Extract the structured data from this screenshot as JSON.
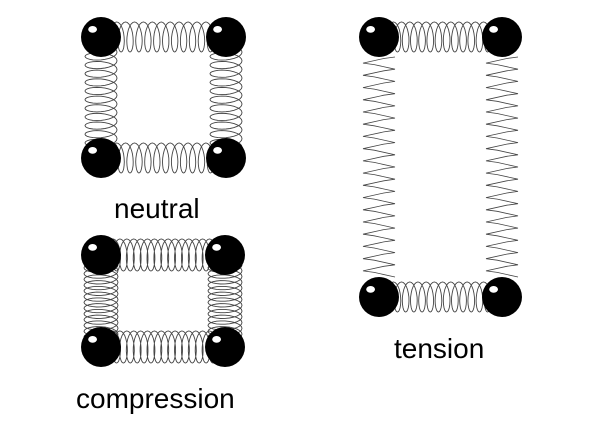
{
  "labels": {
    "neutral": "neutral",
    "compression": "compression",
    "tension": "tension"
  },
  "colors": {
    "spring": "#444444",
    "ball": "#000000",
    "highlight": "#ffffff",
    "background": "#ffffff"
  },
  "states": [
    "neutral",
    "compression",
    "tension"
  ]
}
